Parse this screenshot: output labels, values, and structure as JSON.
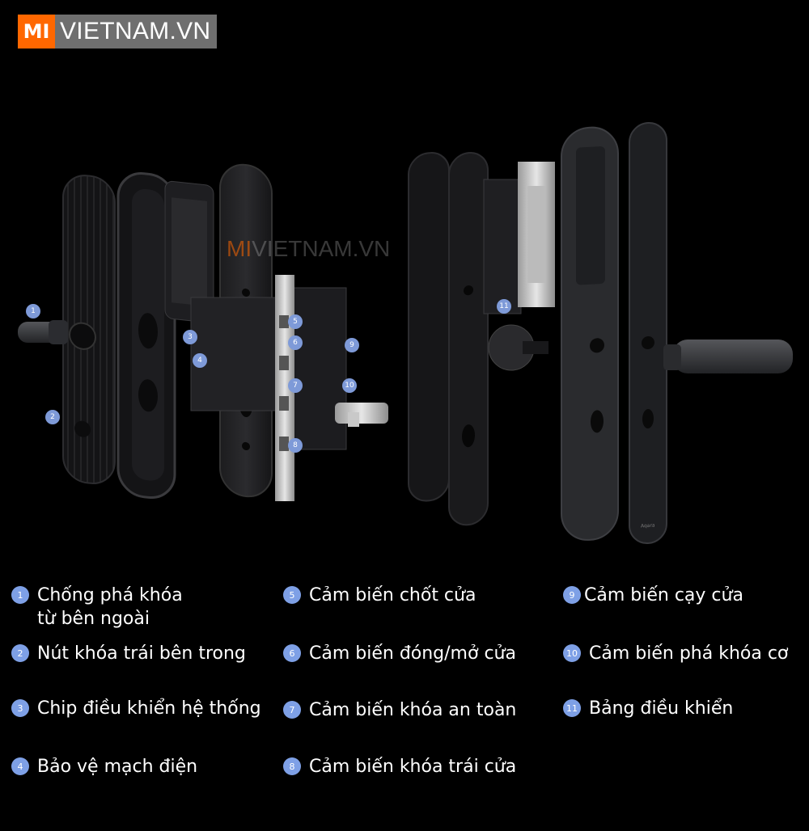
{
  "brand": {
    "logo_mark": "MI",
    "logo_text": "VIETNAM.VN",
    "accent": "#ff6700"
  },
  "watermark": {
    "mi": "MI",
    "rest": "VIETNAM.VN"
  },
  "product_label": "Aqara",
  "legend": [
    {
      "num": "1",
      "label": "Chống phá khóa\ntừ bên ngoài"
    },
    {
      "num": "2",
      "label": "Nút khóa trái bên trong"
    },
    {
      "num": "3",
      "label": "Chip điều khiển hệ thống"
    },
    {
      "num": "4",
      "label": "Bảo vệ mạch điện"
    },
    {
      "num": "5",
      "label": "Cảm biến chốt cửa"
    },
    {
      "num": "6",
      "label": "Cảm biến đóng/mở cửa"
    },
    {
      "num": "7",
      "label": "Cảm biến khóa an toàn"
    },
    {
      "num": "8",
      "label": "Cảm biến khóa trái cửa"
    },
    {
      "num": "9",
      "label": "Cảm biến cạy cửa"
    },
    {
      "num": "10",
      "label": "Cảm biến phá khóa cơ"
    },
    {
      "num": "11",
      "label": "Bảng điều khiển"
    }
  ]
}
